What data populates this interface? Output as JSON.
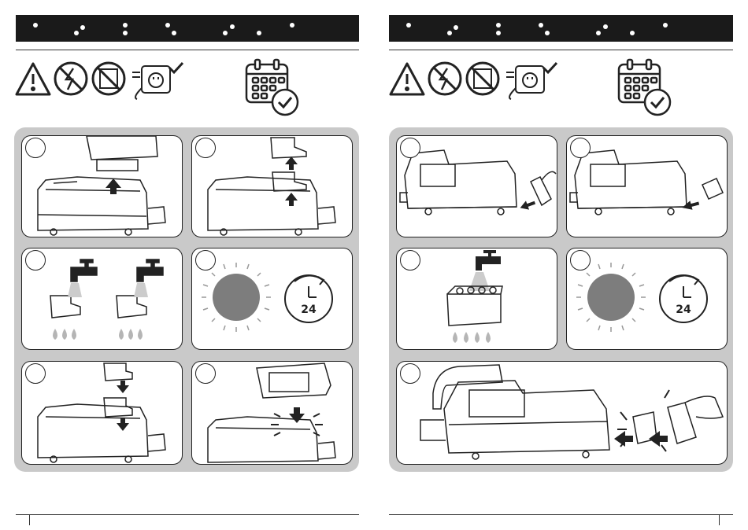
{
  "pages": [
    {
      "side": "left",
      "warning_icons": [
        "warning-triangle-icon",
        "no-electricity-icon",
        "no-dishwasher-icon",
        "unplug-checked-icon"
      ],
      "schedule_icon": "calendar-checked-icon",
      "steps": [
        {
          "scene": "lift-tank-off-base"
        },
        {
          "scene": "lift-filters-out"
        },
        {
          "scene": "rinse-filters-under-tap"
        },
        {
          "scene": "dry-24-hours",
          "clock_label": "24"
        },
        {
          "scene": "reinsert-filters"
        },
        {
          "scene": "refit-tank-click"
        }
      ]
    },
    {
      "side": "right",
      "warning_icons": [
        "warning-triangle-icon",
        "no-electricity-icon",
        "no-dishwasher-icon",
        "unplug-checked-icon"
      ],
      "schedule_icon": "calendar-checked-icon",
      "steps": [
        {
          "scene": "remove-hose-tool"
        },
        {
          "scene": "remove-rear-filter"
        },
        {
          "scene": "rinse-filter-under-tap"
        },
        {
          "scene": "dry-24-hours",
          "clock_label": "24"
        },
        {
          "scene": "refit-rear-filter-click"
        }
      ]
    }
  ],
  "colors": {
    "bar": "#1a1a1a",
    "panel": "#c9c9c9",
    "water": "#b5b5b5",
    "sun": "#7d7d7d"
  }
}
